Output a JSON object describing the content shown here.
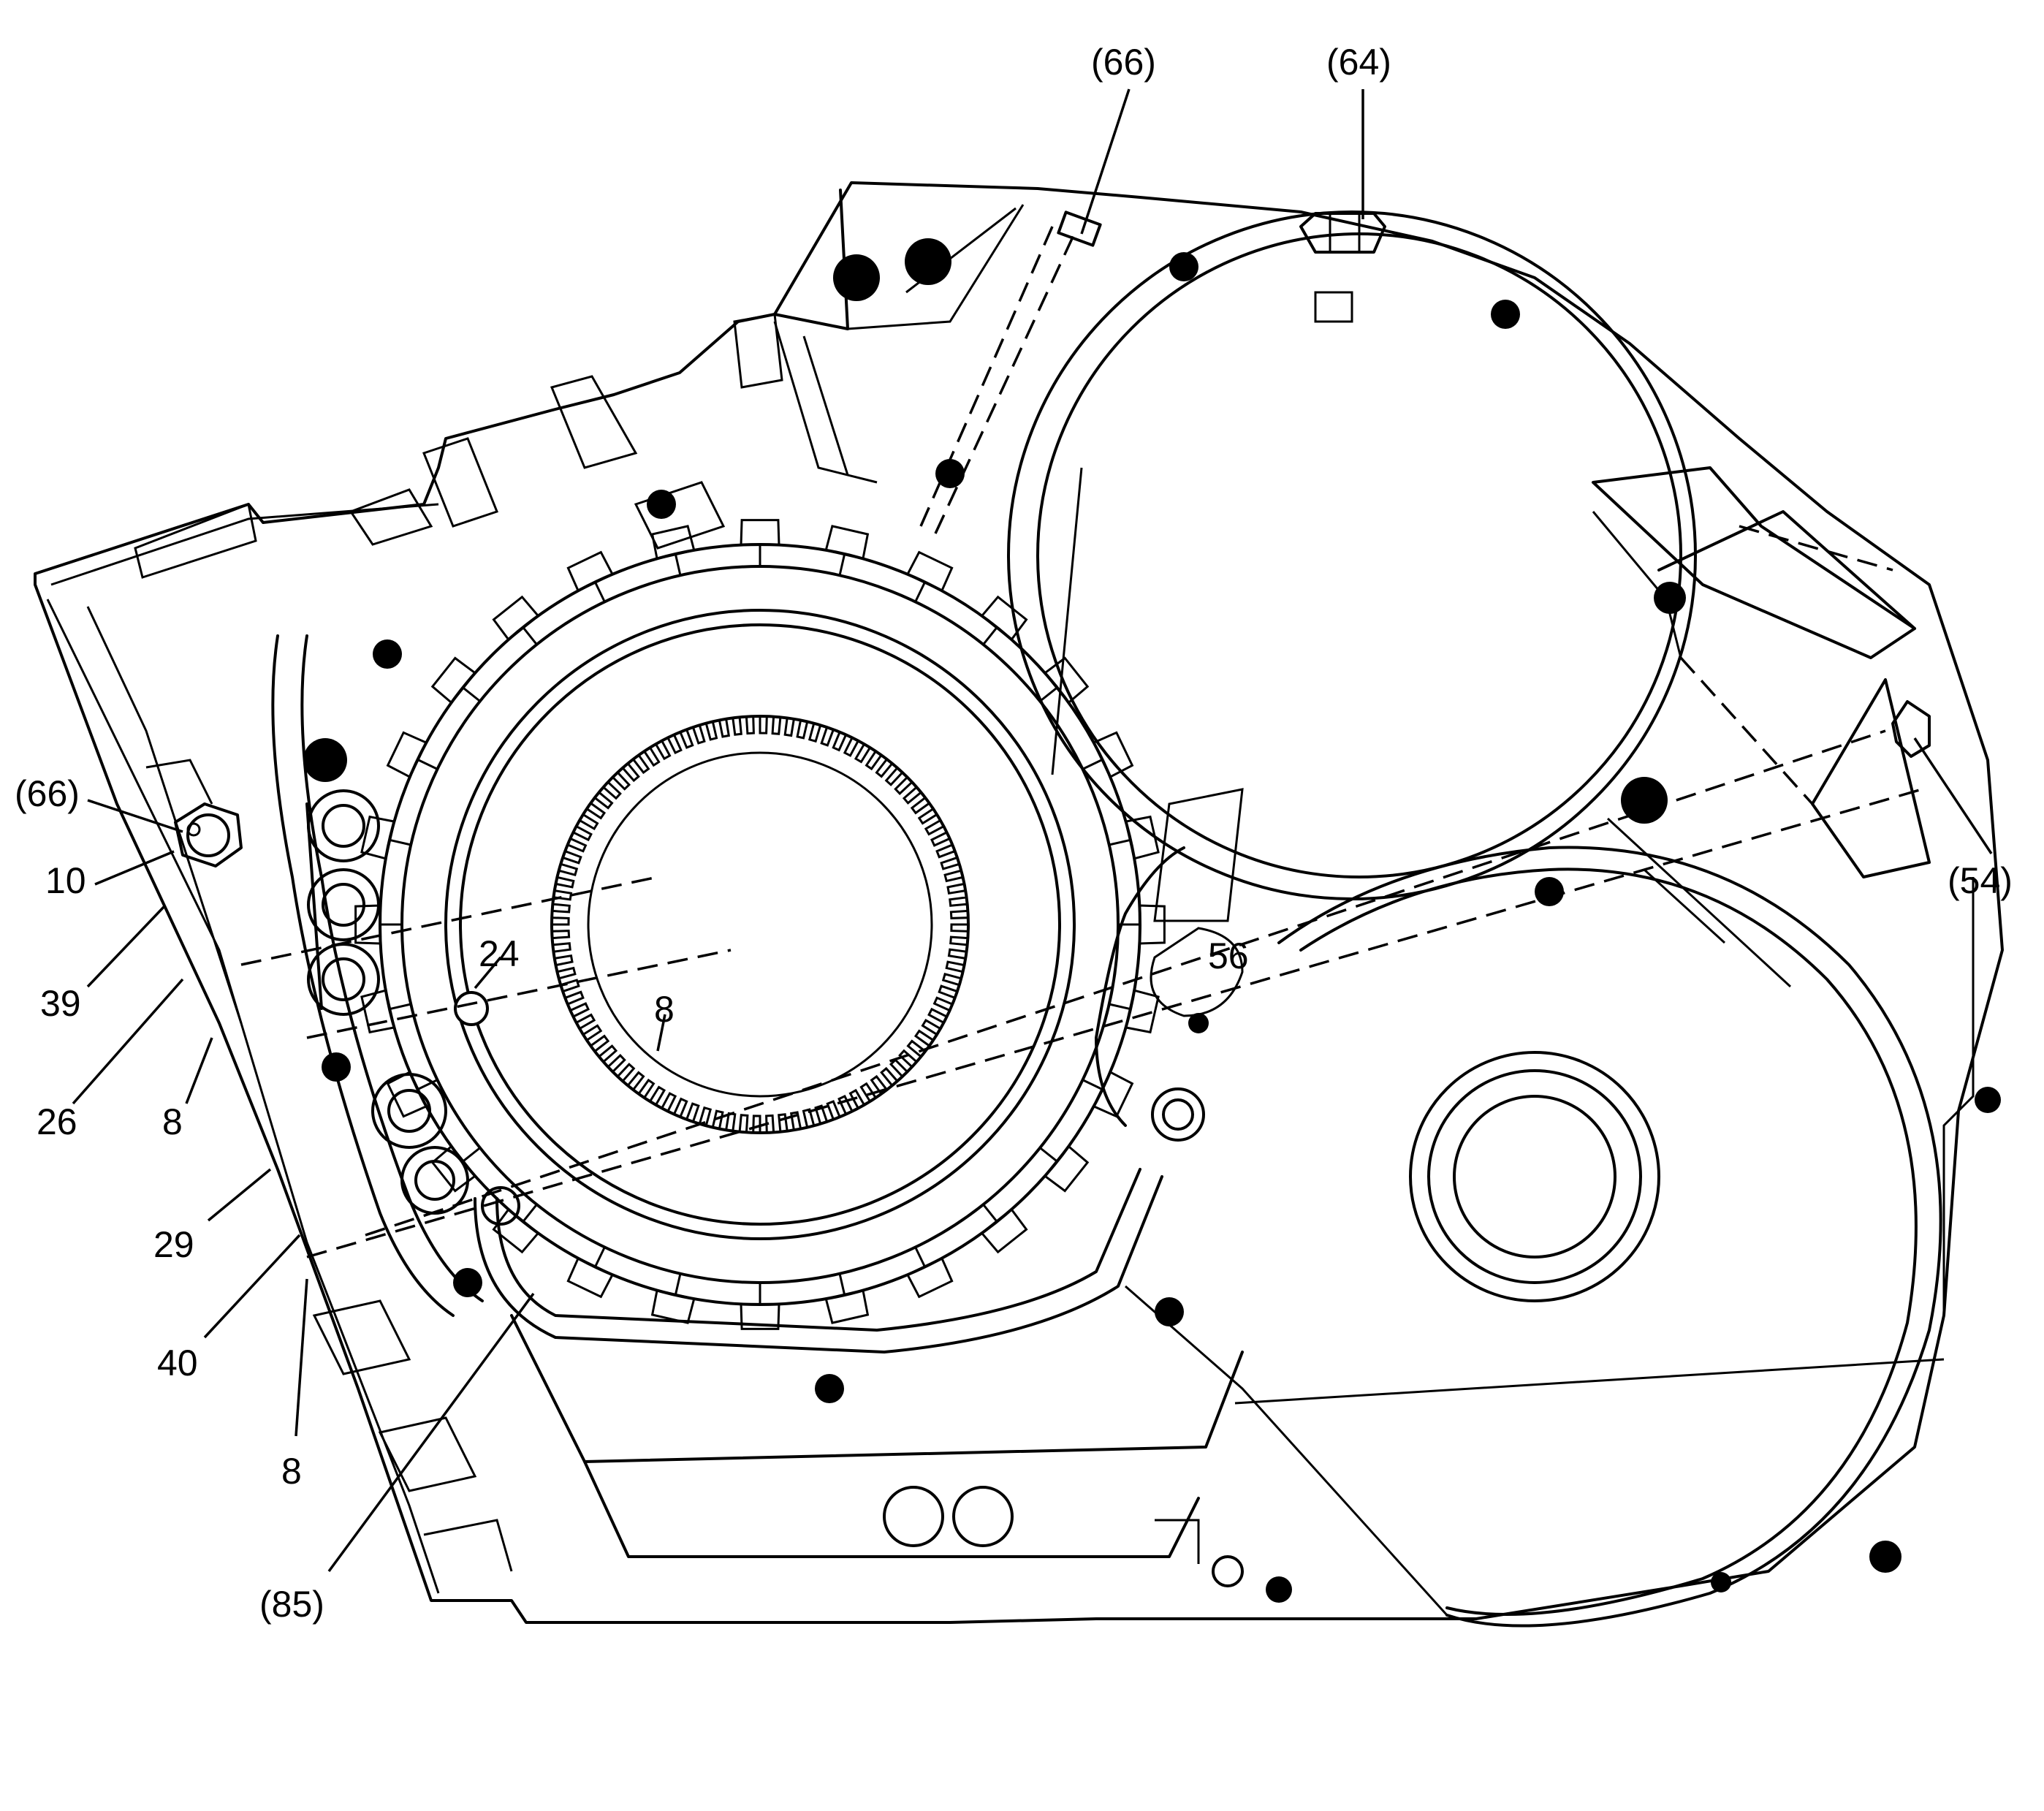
{
  "callouts": [
    {
      "id": "c66-top",
      "text": "(66)"
    },
    {
      "id": "c64",
      "text": "(64)"
    },
    {
      "id": "c66-left",
      "text": "(66)"
    },
    {
      "id": "c10",
      "text": "10"
    },
    {
      "id": "c39",
      "text": "39"
    },
    {
      "id": "c26",
      "text": "26"
    },
    {
      "id": "c8-a",
      "text": "8"
    },
    {
      "id": "c24",
      "text": "24"
    },
    {
      "id": "c8-center",
      "text": "8"
    },
    {
      "id": "c56",
      "text": "56"
    },
    {
      "id": "c54",
      "text": "(54)"
    },
    {
      "id": "c29",
      "text": "29"
    },
    {
      "id": "c40",
      "text": "40"
    },
    {
      "id": "c8-b",
      "text": "8"
    },
    {
      "id": "c85",
      "text": "(85)"
    }
  ],
  "icons": {
    "bolt": "bolt-icon",
    "nut": "hex-nut-icon"
  }
}
